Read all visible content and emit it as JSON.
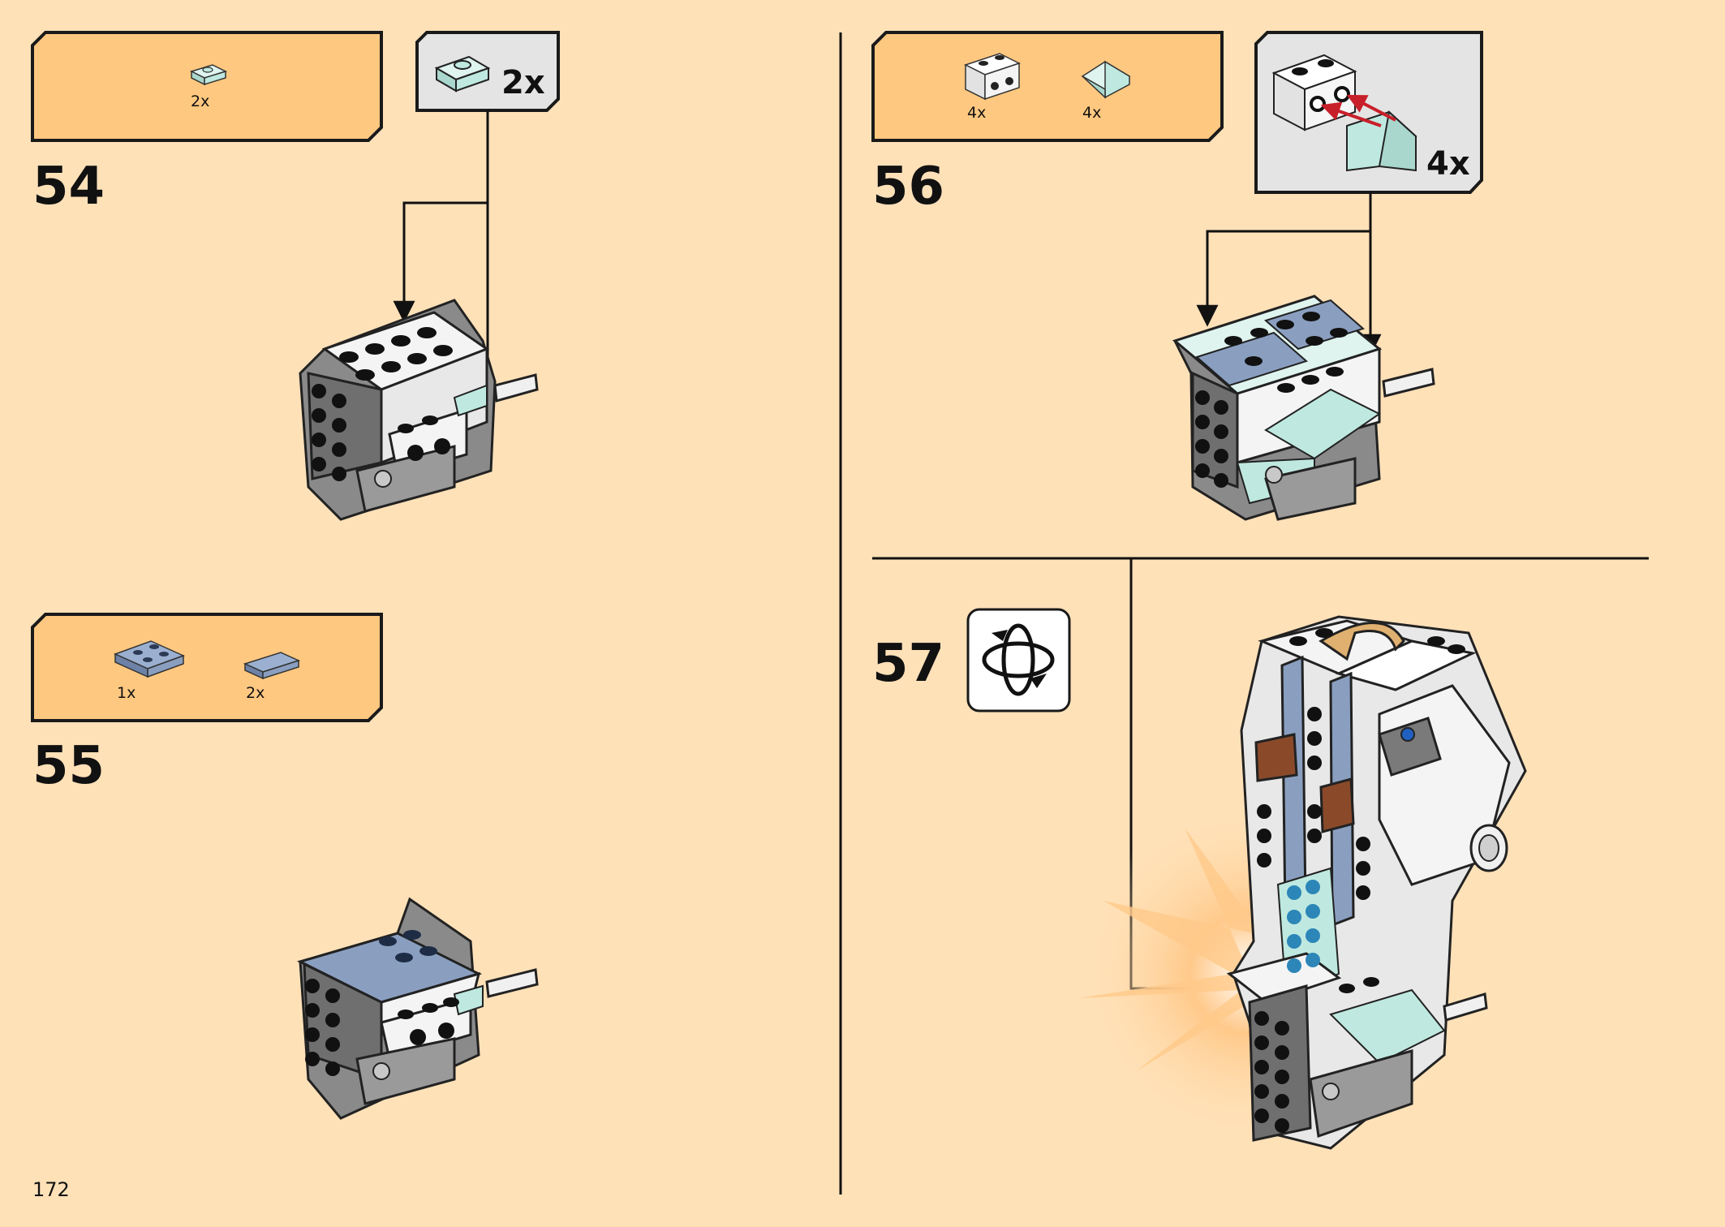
{
  "page_number": "172",
  "colors": {
    "background": "#ffe1b8",
    "parts_box": "#ffc880",
    "callout_box": "#e4e4e4",
    "outline": "#1a1a1a",
    "sand_green": "#bfe9e0",
    "sand_blue": "#8a9fc0",
    "white_brick": "#f4f4f4",
    "dark_stone": "#7a7a7a",
    "reddish_brown": "#8a4a2a",
    "highlight_arrow": "#c8202a"
  },
  "steps": [
    {
      "number": "54",
      "parts": [
        {
          "icon": "sand-green-plate-1x1-icon",
          "qty": "2x"
        }
      ],
      "callout": {
        "icon": "sand-green-plate-1x1-icon",
        "qty": "2x"
      }
    },
    {
      "number": "55",
      "parts": [
        {
          "icon": "sand-blue-plate-2x2-icon",
          "qty": "1x"
        },
        {
          "icon": "sand-blue-tile-1x2-icon",
          "qty": "2x"
        }
      ]
    },
    {
      "number": "56",
      "parts": [
        {
          "icon": "white-brick-1x2-icon",
          "qty": "4x"
        },
        {
          "icon": "sand-green-slope-icon",
          "qty": "4x"
        }
      ],
      "callout": {
        "icon": "brick-with-slope-assembly-icon",
        "qty": "4x"
      }
    },
    {
      "number": "57",
      "rotate_icon": "rotate-model-icon"
    }
  ]
}
